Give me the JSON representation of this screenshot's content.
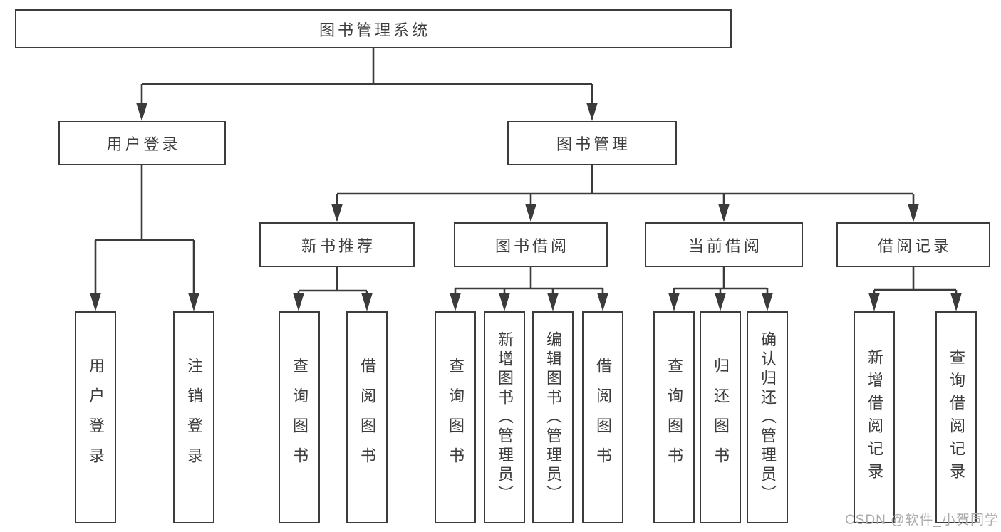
{
  "diagram": {
    "root": "图书管理系统",
    "level1": {
      "user_login": "用户登录",
      "book_management": "图书管理"
    },
    "level2": {
      "new_book_recommend": "新书推荐",
      "book_borrow": "图书借阅",
      "current_borrow": "当前借阅",
      "borrow_records": "借阅记录"
    },
    "leaves": {
      "login_user_login": "用户登录",
      "login_logout": "注销登录",
      "rec_query_books": "查询图书",
      "rec_borrow_books": "借阅图书",
      "bb_query_books": "查询图书",
      "bb_add_books_admin": "新增图书（管理员）",
      "bb_edit_books_admin": "编辑图书（管理员）",
      "bb_borrow_books": "借阅图书",
      "cur_query_books": "查询图书",
      "cur_return_books": "归还图书",
      "cur_confirm_return_admin": "确认归还（管理员）",
      "records_add_record": "新增借阅记录",
      "records_query_record": "查询借阅记录"
    }
  },
  "watermark": {
    "text": "CSDN @软件_小贺同学"
  },
  "colors": {
    "line": "#3b3b3b",
    "box_border": "#3c3c3c",
    "text": "#3d3d3d",
    "background": "#ffffff",
    "watermark": "#ababab"
  }
}
